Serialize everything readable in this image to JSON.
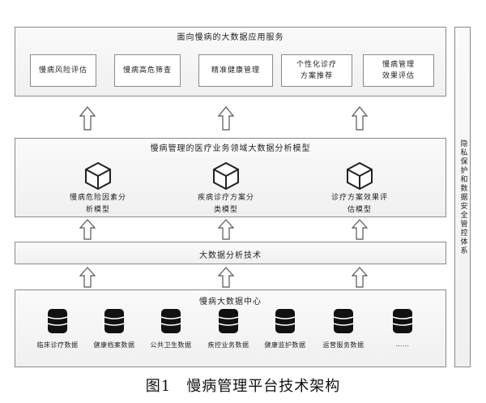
{
  "app_layer": {
    "title": "面向慢病的大数据应用服务",
    "services": [
      "慢病风险评估",
      "慢病高危筛查",
      "精准健康管理",
      "个性化诊疗\n方案推荐",
      "慢病管理\n效果评估"
    ]
  },
  "model_layer": {
    "title": "慢病管理的医疗业务领域大数据分析模型",
    "models": [
      "慢病危险因素分\n析模型",
      "疾病诊疗方案分\n类模型",
      "诊疗方案效果评\n估模型"
    ]
  },
  "tech_layer": {
    "title": "大数据分析技术"
  },
  "data_layer": {
    "title": "慢病大数据中心",
    "sources": [
      "临床诊疗数据",
      "健康档案数据",
      "公共卫生数据",
      "疾控业务数据",
      "健康监护数据",
      "运营服务数据",
      "……"
    ]
  },
  "privacy": {
    "label": "隐私保护和数据安全管控体系"
  },
  "caption": "图1　慢病管理平台技术架构",
  "icons": {
    "model": "cube-icon",
    "data_source": "database-icon",
    "flow": "up-arrow-icon"
  }
}
